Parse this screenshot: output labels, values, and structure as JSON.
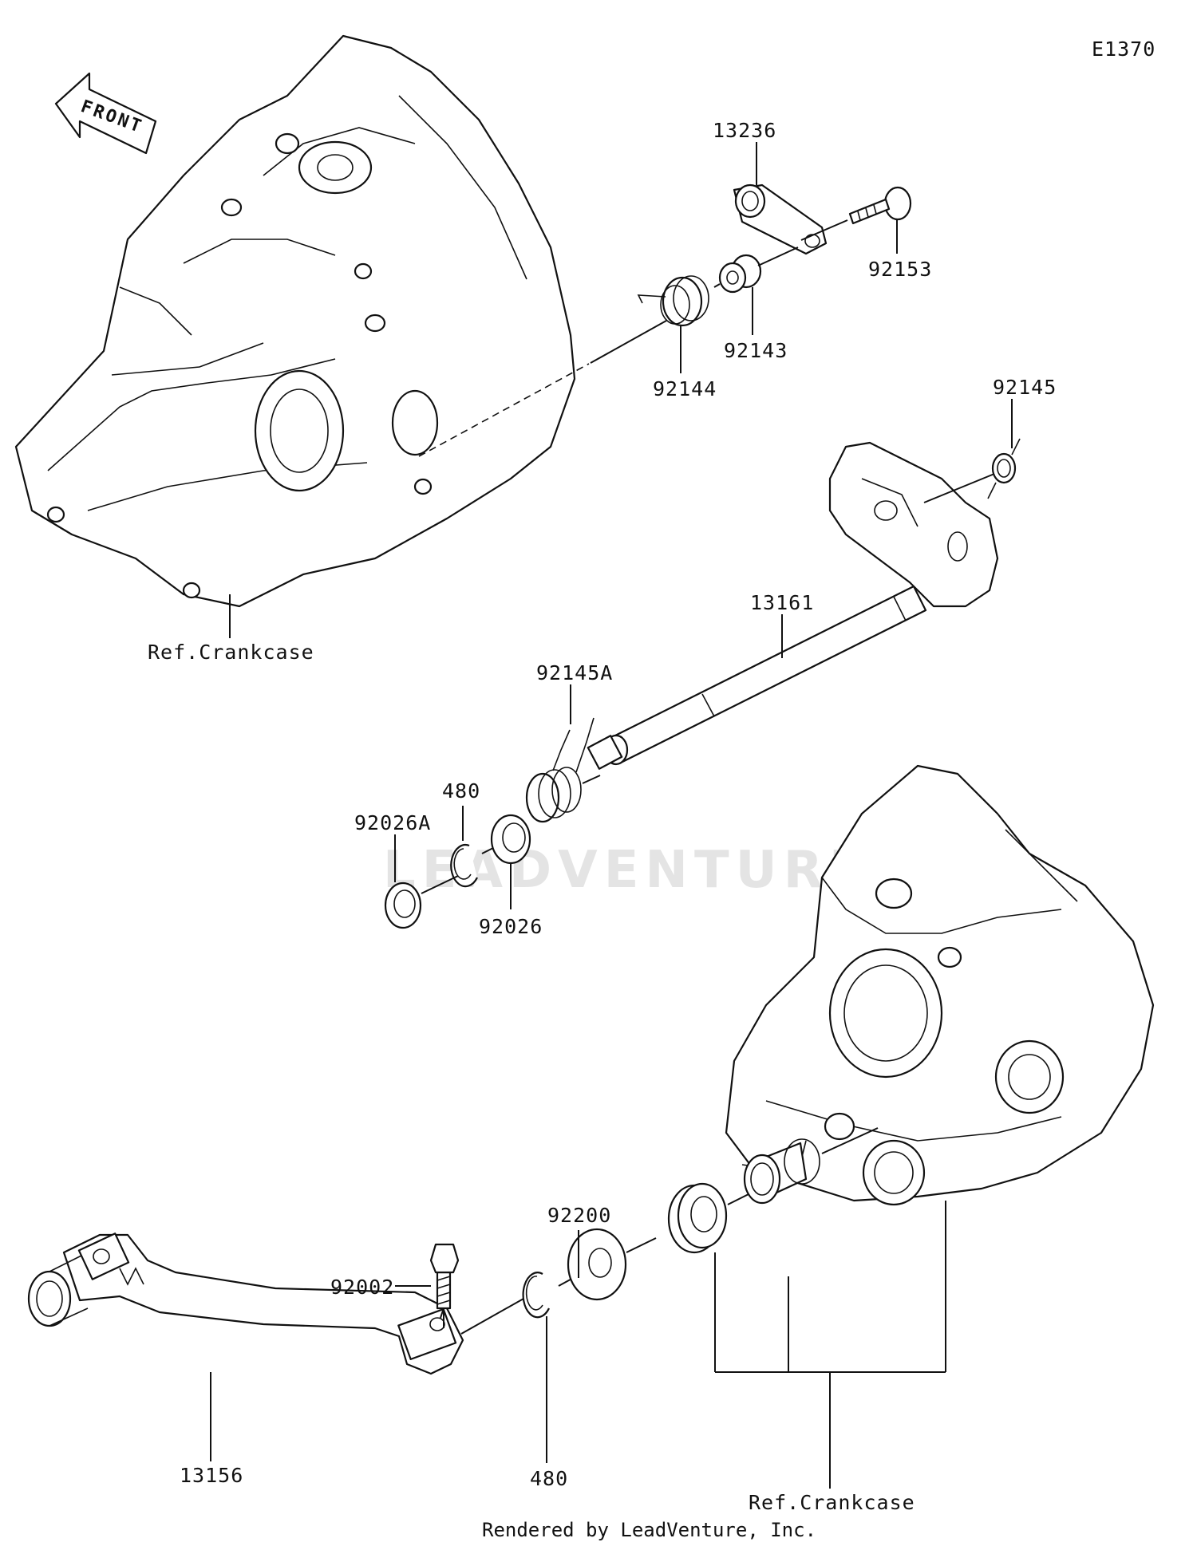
{
  "diagram_code": "E1370",
  "direction_label": "FRONT",
  "watermark": "LEADVENTURE",
  "footer": "Rendered by LeadVenture, Inc.",
  "references": {
    "crankcase_upper": "Ref.Crankcase",
    "crankcase_lower": "Ref.Crankcase"
  },
  "parts": {
    "p13236": "13236",
    "p92153": "92153",
    "p92143": "92143",
    "p92144": "92144",
    "p92145": "92145",
    "p13161": "13161",
    "p92145A": "92145A",
    "p480_upper": "480",
    "p92026A": "92026A",
    "p92026": "92026",
    "p92200": "92200",
    "p92002": "92002",
    "p13156": "13156",
    "p480_lower": "480"
  }
}
